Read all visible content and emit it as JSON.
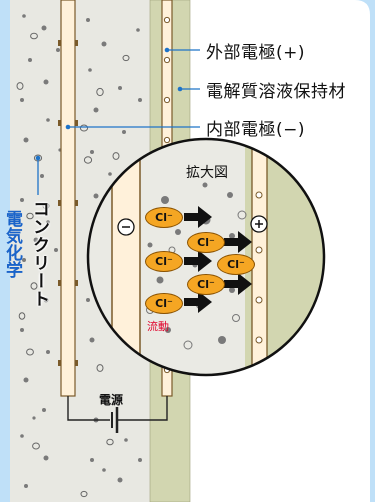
{
  "labels": {
    "outer_electrode": "外部電極(+)",
    "electrolyte_sheet": "電解質溶液保持材",
    "inner_electrode": "内部電極(−)",
    "zoom_title": "拡大図",
    "concrete": "コンクリート",
    "side_title": "電気化学",
    "power_source": "電源",
    "flow": "流動"
  },
  "ions": [
    "Cl⁻",
    "Cl⁻",
    "Cl⁻",
    "Cl⁻",
    "Cl⁻",
    "Cl⁻"
  ],
  "colors": {
    "frame_blue": "#bfe0f8",
    "leader_blue": "#1e73c8",
    "concrete_gray": "#e8e8e2",
    "sheet_olive": "#d2d6b0",
    "electrode_cream": "#fff1da",
    "ion_orange": "#f5a623",
    "flow_red": "#e0002a"
  }
}
